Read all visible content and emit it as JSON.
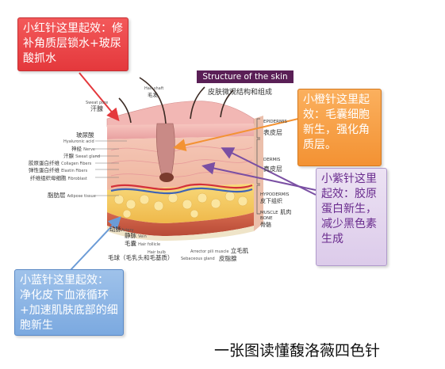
{
  "callouts": {
    "red": {
      "text": "小红针这里起效：修补角质层锁水+玻尿酸抓水",
      "color": "#e4383c"
    },
    "orange": {
      "text": "小橙针这里起效：毛囊细胞新生，强化角质层。",
      "color": "#f39233"
    },
    "purple": {
      "text": "小紫针这里起效：胶原蛋白新生，减少黑色素生成",
      "color": "#6a2c8e"
    },
    "blue": {
      "text": "小蓝针这里起效：净化皮下血液循环+加速肌肤底部的细胞新生",
      "color": "#7ba9e0"
    }
  },
  "diagram": {
    "title_en": "Structure of the skin",
    "title_cn": "皮肤微观结构和组成",
    "labels": {
      "hair_shaft": {
        "en": "Hair shaft",
        "cn": "毛发"
      },
      "sweat_pore": {
        "en": "Sweat pore",
        "cn": "汗腺"
      },
      "hyaluronic": {
        "cn": "玻尿酸",
        "en": "Hyaluronic acid"
      },
      "nerve": {
        "cn": "神经",
        "en": "Nerve"
      },
      "sweat_gland": {
        "cn": "汗腺",
        "en": "Sweat gland"
      },
      "collagen": {
        "cn": "胶原蛋白纤维",
        "en": "Collagen Fibers"
      },
      "elastin": {
        "cn": "弹性蛋白纤维",
        "en": "Elastin Fibers"
      },
      "fibroblast": {
        "cn": "纤维组织母细胞",
        "en": "Fibroblast"
      },
      "adipose": {
        "cn": "脂肪层",
        "en": "Adipose tissue"
      },
      "artery": {
        "cn": "动脉",
        "en": "Artery"
      },
      "vein": {
        "cn": "静脉",
        "en": "Vein"
      },
      "follicle": {
        "cn": "毛囊",
        "en": "Hair follicle"
      },
      "hair_bulb": {
        "en": "Hair bulb",
        "cn": "毛球（毛乳头和毛基质）"
      },
      "sebaceous": {
        "en": "Sebaceous gland",
        "cn": "皮脂腺"
      },
      "arrector": {
        "en": "Arrector pili muscle",
        "cn": "立毛肌"
      }
    },
    "layers": {
      "epidermis": {
        "en": "EPIDERMIS",
        "cn": "表皮层"
      },
      "dermis": {
        "en": "DERMIS",
        "cn": "真皮层"
      },
      "hypodermis": {
        "en": "HYPODERMIS",
        "cn": "皮下组织"
      },
      "muscle": {
        "en": "MUSCLE",
        "cn": "肌肉"
      },
      "bone": {
        "en": "BONE",
        "cn": "骨骼"
      }
    }
  },
  "footer": "一张图读懂馥洛薇四色针"
}
